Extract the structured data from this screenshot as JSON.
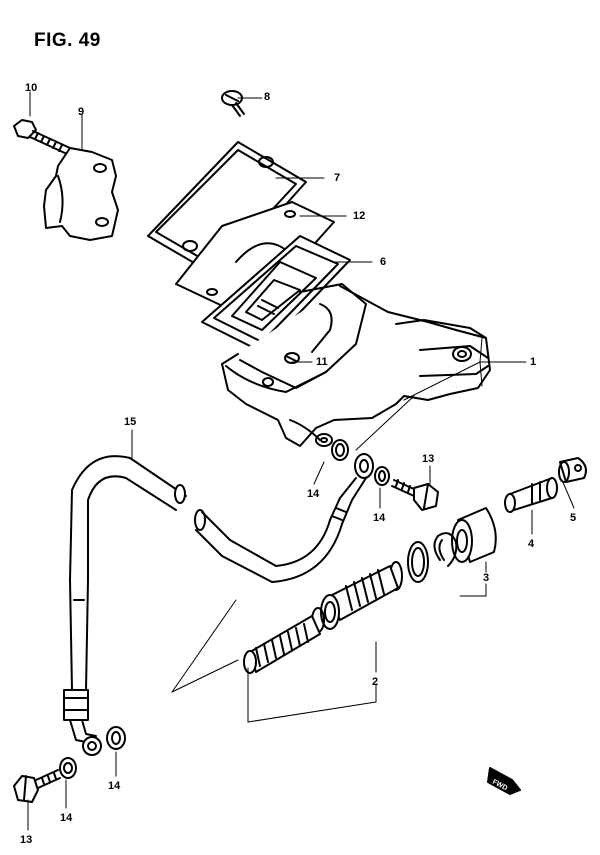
{
  "figure": {
    "title": "FIG. 49"
  },
  "badge": {
    "label": "FWD"
  },
  "callouts": [
    {
      "id": "c1",
      "label": "1"
    },
    {
      "id": "c2",
      "label": "2"
    },
    {
      "id": "c3",
      "label": "3"
    },
    {
      "id": "c4",
      "label": "4"
    },
    {
      "id": "c5",
      "label": "5"
    },
    {
      "id": "c6",
      "label": "6"
    },
    {
      "id": "c7",
      "label": "7"
    },
    {
      "id": "c8",
      "label": "8"
    },
    {
      "id": "c9",
      "label": "9"
    },
    {
      "id": "c10",
      "label": "10"
    },
    {
      "id": "c11",
      "label": "11"
    },
    {
      "id": "c12",
      "label": "12"
    },
    {
      "id": "c13a",
      "label": "13"
    },
    {
      "id": "c13b",
      "label": "13"
    },
    {
      "id": "c14a",
      "label": "14"
    },
    {
      "id": "c14b",
      "label": "14"
    },
    {
      "id": "c14c",
      "label": "14"
    },
    {
      "id": "c14d",
      "label": "14"
    },
    {
      "id": "c15",
      "label": "15"
    }
  ],
  "colors": {
    "ink": "#000000",
    "paper": "#ffffff",
    "shade": "#d9d9d9"
  }
}
